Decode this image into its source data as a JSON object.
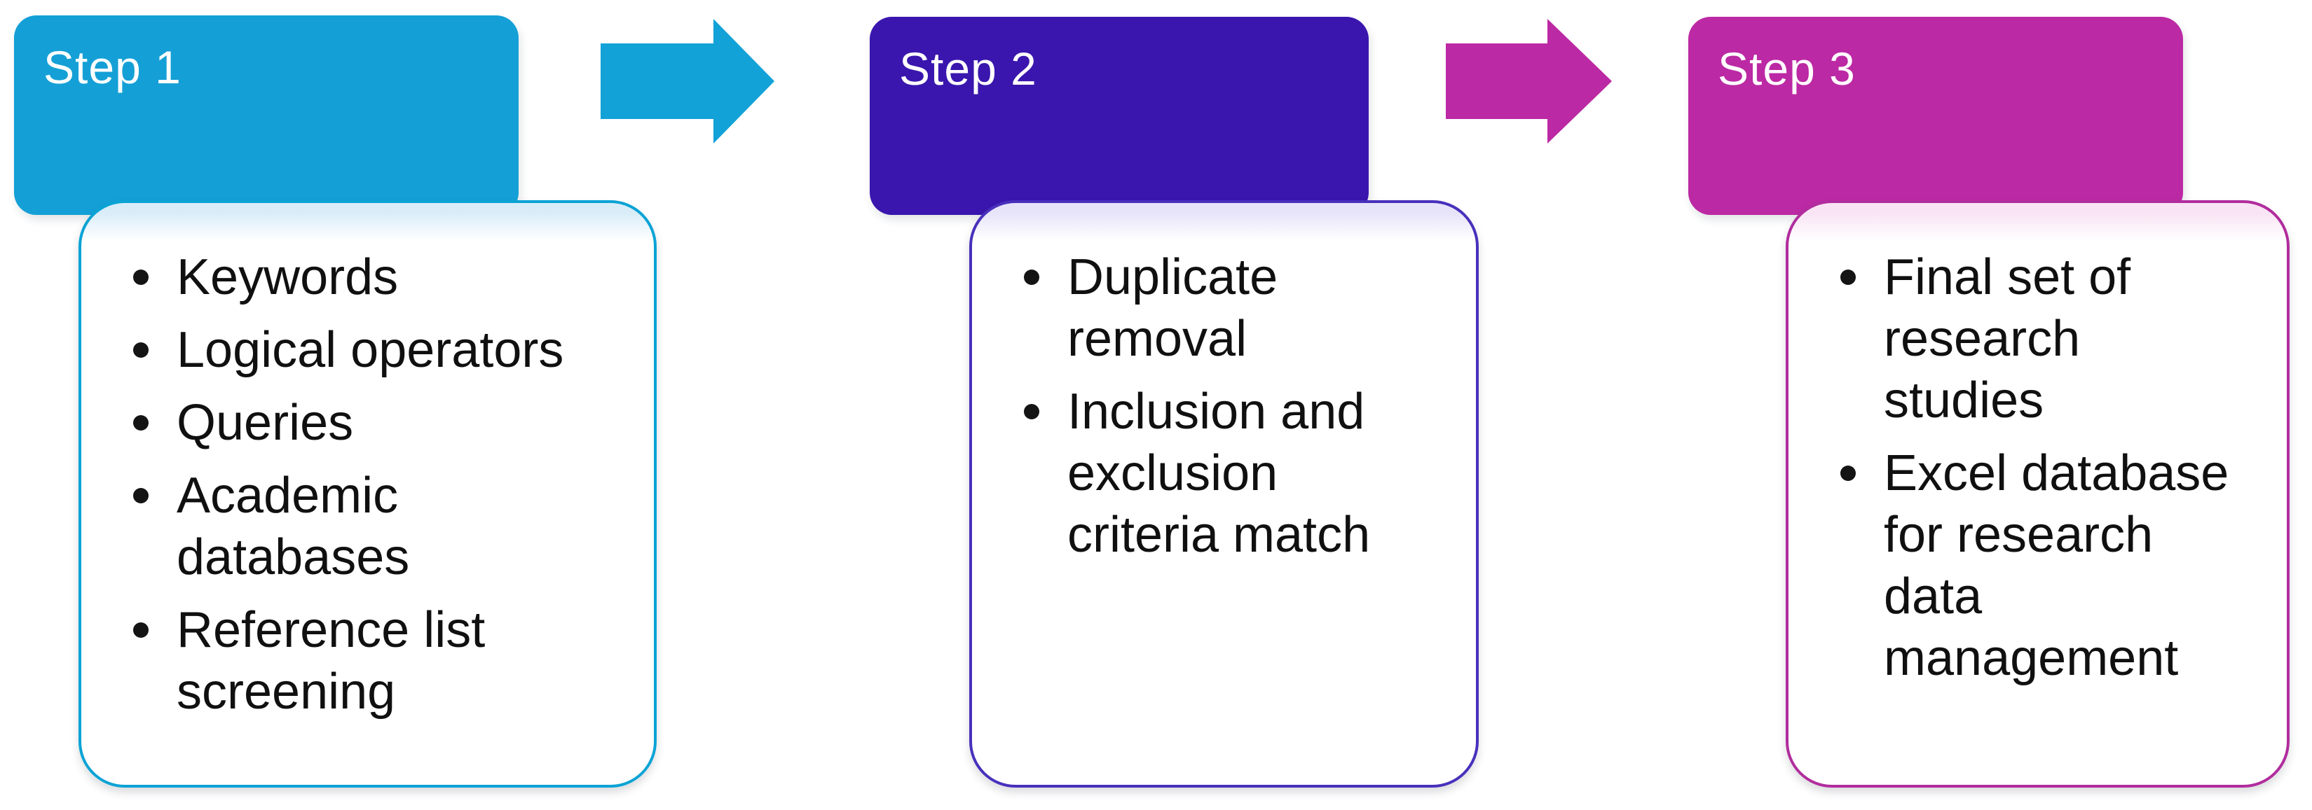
{
  "figure": {
    "kind": "three-step-process-flow",
    "background": "#ffffff",
    "bullet_color": "#141414"
  },
  "steps": [
    {
      "label": "Step 1",
      "fill": "#14A0D6",
      "border": "#0AA3D5",
      "tint": "#D9EDF8",
      "text_color": "#FFFFFF",
      "bullets": [
        "Keywords",
        "Logical operators",
        "Queries",
        "Academic databases",
        "Reference list screening"
      ]
    },
    {
      "label": "Step 2",
      "fill": "#3A16AE",
      "border": "#4930BC",
      "tint": "#E7E4F9",
      "text_color": "#FFFFFF",
      "bullets": [
        "Duplicate removal",
        "Inclusion and exclusion criteria match"
      ]
    },
    {
      "label": "Step 3",
      "fill": "#BC29A4",
      "border": "#B12C9D",
      "tint": "#F8E4F4",
      "text_color": "#FFFFFF",
      "bullets": [
        "Final set of research studies",
        "Excel database for research data management"
      ]
    }
  ],
  "arrows": [
    {
      "name": "arrow-step1-to-step2",
      "color": "#12A2D7"
    },
    {
      "name": "arrow-step2-to-step3",
      "color": "#BC29A4"
    }
  ]
}
